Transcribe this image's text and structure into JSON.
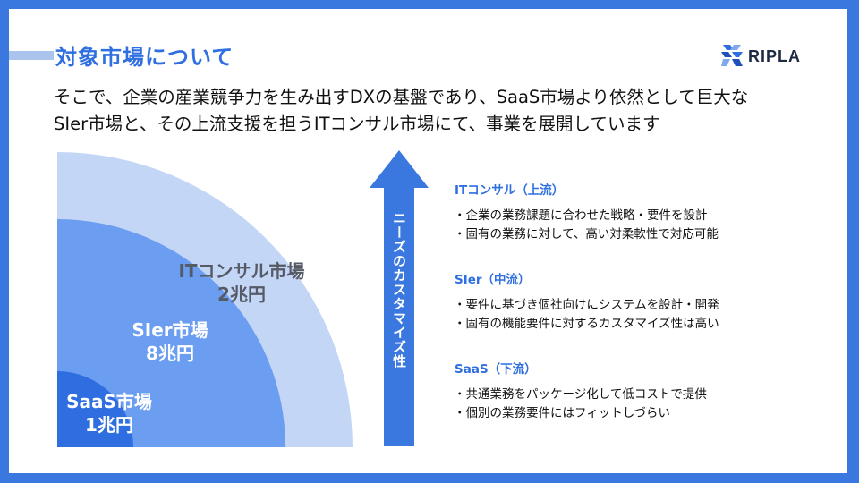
{
  "header": {
    "title": "対象市場について",
    "logo_text": "RIPLA"
  },
  "lead": {
    "line1": "そこで、企業の産業競争力を生み出すDXの基盤であり、SaaS市場より依然として巨大な",
    "line2": "SIer市場と、その上流支援を担うITコンサル市場にて、事業を展開しています"
  },
  "markets": {
    "it": {
      "name": "ITコンサル市場",
      "size": "2兆円"
    },
    "sier": {
      "name": "SIer市場",
      "size": "8兆円"
    },
    "saas": {
      "name": "SaaS市場",
      "size": "1兆円"
    }
  },
  "arrow_label": "ニーズのカスタマイズ性",
  "sections": [
    {
      "title": "ITコンサル（上流）",
      "bullets": [
        "企業の業務課題に合わせた戦略・要件を設計",
        "固有の業務に対して、高い対柔軟性で対応可能"
      ]
    },
    {
      "title": "SIer（中流）",
      "bullets": [
        "要件に基づき個社向けにシステムを設計・開発",
        "固有の機能要件に対するカスタマイズ性は高い"
      ]
    },
    {
      "title": "SaaS（下流）",
      "bullets": [
        "共通業務をパッケージ化して低コストで提供",
        "個別の業務要件にはフィットしづらい"
      ]
    }
  ],
  "colors": {
    "background": "#3a78e0",
    "accent": "#2f6fe0",
    "arc_outer": "#c4d6f6",
    "arc_middle": "#6b9df0",
    "arc_inner": "#2e6ee0",
    "arrow": "#3a78e0"
  }
}
